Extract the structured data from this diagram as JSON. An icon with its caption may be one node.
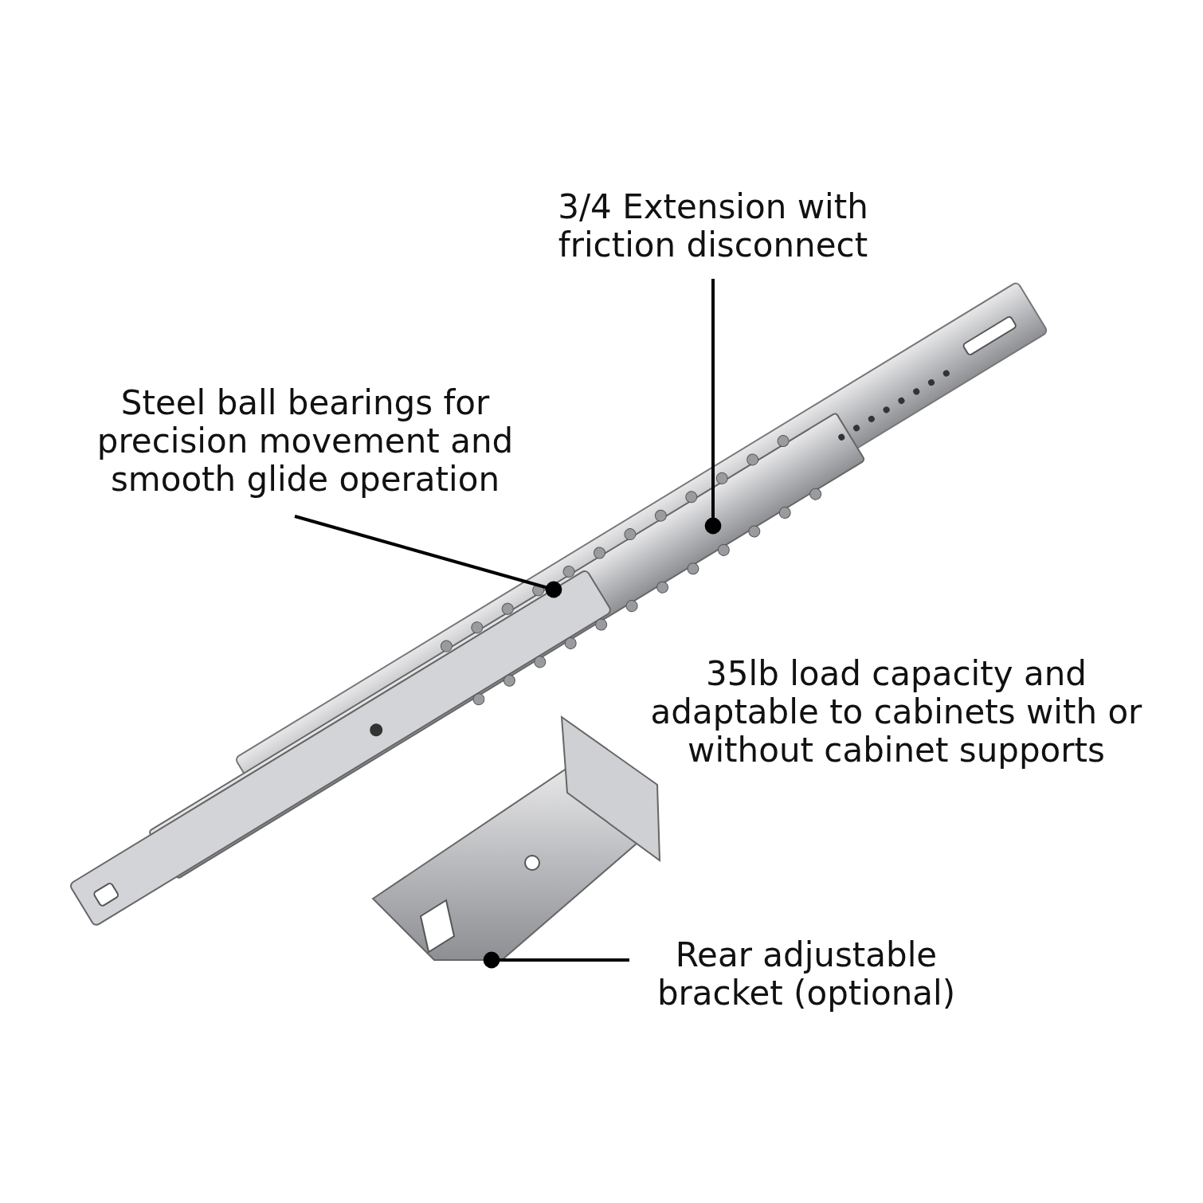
{
  "diagram": {
    "nodes": [
      {
        "text": [
          "3/4 Extension with friction disconnect"
        ]
      },
      {
        "text": [
          "Steel ball bearings for precision movement and smooth glide operation"
        ]
      },
      {
        "text": [],
        "shape": "picture"
      },
      {
        "text": [],
        "shape": "picture"
      },
      {
        "text": [
          "Rear adjustable bracket (optional)"
        ]
      }
    ],
    "edges": [
      {
        "from": 0,
        "to": 2,
        "arrow": "other"
      },
      {
        "from": 1,
        "to": 2,
        "arrow": "other"
      },
      {
        "from": 4,
        "to": 3,
        "arrow": "other"
      }
    ],
    "labels": [
      "35lb load capacity and adaptable to cabinets with or without cabinet supports"
    ]
  }
}
